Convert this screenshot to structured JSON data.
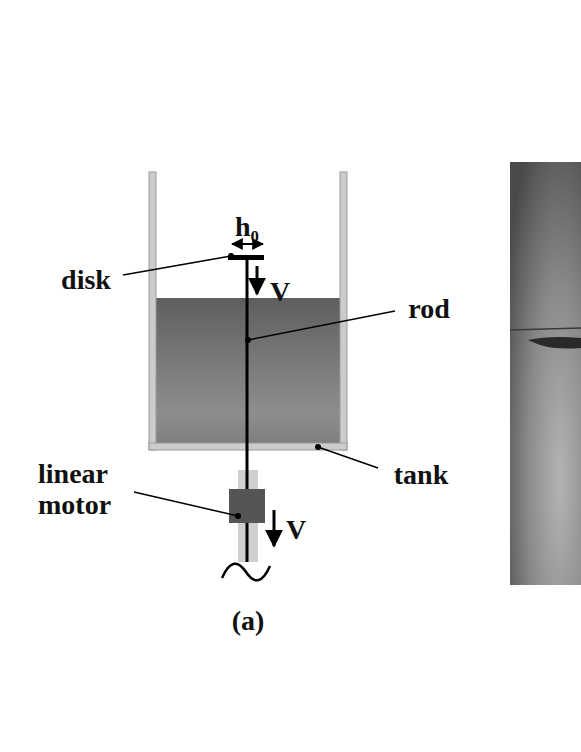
{
  "diagram": {
    "labels": [
      "h₀",
      "disk",
      "V",
      "rod",
      "linear motor",
      "tank",
      "V",
      "(a)"
    ]
  }
}
